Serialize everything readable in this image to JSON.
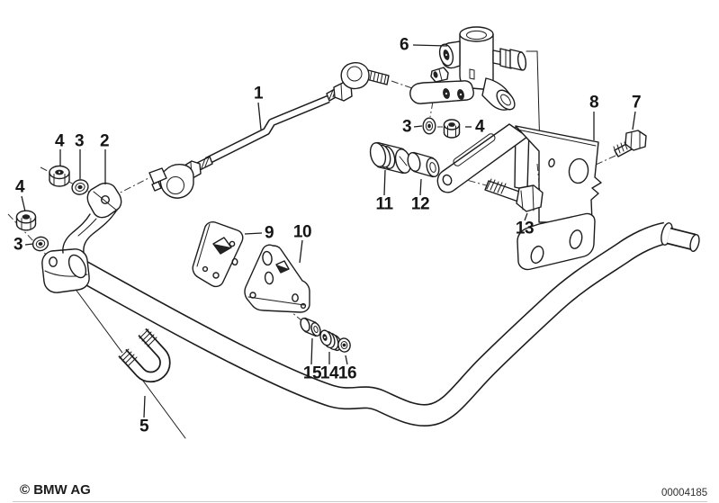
{
  "footer": {
    "copyright": "© BMW AG",
    "drawing_number": "00004185"
  },
  "colors": {
    "background": "#ffffff",
    "line": "#1c1c1c",
    "label": "#151515",
    "footer_text": "#1c1c1c",
    "drawing_number_text": "#2e2e2e"
  },
  "callouts": [
    {
      "label": "1"
    },
    {
      "label": "2"
    },
    {
      "label": "3"
    },
    {
      "label": "4"
    },
    {
      "label": "4"
    },
    {
      "label": "3"
    },
    {
      "label": "5"
    },
    {
      "label": "6"
    },
    {
      "label": "3"
    },
    {
      "label": "4"
    },
    {
      "label": "7"
    },
    {
      "label": "8"
    },
    {
      "label": "9"
    },
    {
      "label": "10"
    },
    {
      "label": "11"
    },
    {
      "label": "12"
    },
    {
      "label": "13"
    },
    {
      "label": "15"
    },
    {
      "label": "14"
    },
    {
      "label": "16"
    }
  ]
}
